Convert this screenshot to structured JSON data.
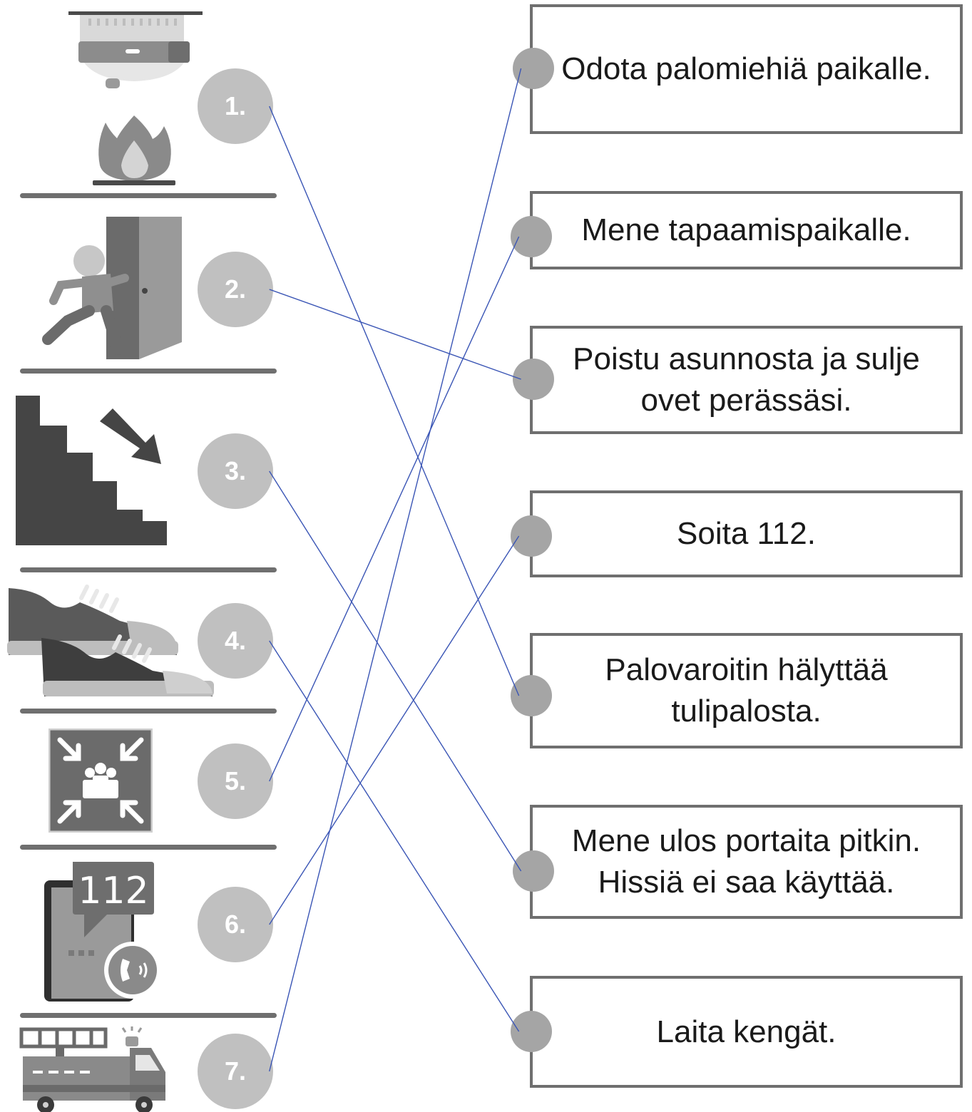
{
  "items": [
    {
      "number": "1.",
      "icon": "smoke-detector-fire-icon"
    },
    {
      "number": "2.",
      "icon": "person-exit-door-icon"
    },
    {
      "number": "3.",
      "icon": "stairs-down-icon"
    },
    {
      "number": "4.",
      "icon": "shoes-icon"
    },
    {
      "number": "5.",
      "icon": "assembly-point-icon"
    },
    {
      "number": "6.",
      "icon": "phone-112-icon"
    },
    {
      "number": "7.",
      "icon": "fire-truck-icon"
    }
  ],
  "answers": [
    {
      "label": "Odota palomiehiä paikalle."
    },
    {
      "label": "Mene tapaamispaikalle."
    },
    {
      "label": "Poistu asunnosta ja sulje ovet perässäsi."
    },
    {
      "label": "Soita 112."
    },
    {
      "label": "Palovaroitin hälyttää tulipalosta."
    },
    {
      "label": "Mene ulos portaita pitkin. Hissiä ei saa käyttää."
    },
    {
      "label": "Laita kengät."
    }
  ],
  "connections": [
    {
      "from": "1.",
      "to": "Palovaroitin hälyttää tulipalosta."
    },
    {
      "from": "2.",
      "to": "Poistu asunnosta ja sulje ovet perässäsi."
    },
    {
      "from": "3.",
      "to": "Mene ulos portaita pitkin. Hissiä ei saa käyttää."
    },
    {
      "from": "4.",
      "to": "Laita kengät."
    },
    {
      "from": "5.",
      "to": "Mene tapaamispaikalle."
    },
    {
      "from": "6.",
      "to": "Soita 112."
    },
    {
      "from": "7.",
      "to": "Odota palomiehiä paikalle."
    }
  ],
  "colors": {
    "line": "#3a55b5",
    "badge": "#c0c0c0",
    "dot": "#a5a5a5",
    "border": "#6f6f6f"
  }
}
